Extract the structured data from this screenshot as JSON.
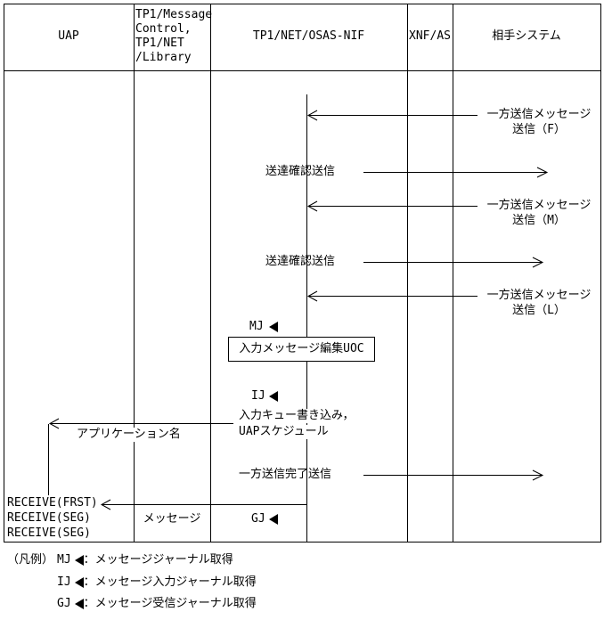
{
  "headers": {
    "uap": "UAP",
    "mcf": [
      "TP1/Message",
      "Control,",
      "TP1/NET",
      "/Library"
    ],
    "nif": "TP1/NET/OSAS-NIF",
    "xnf": "XNF/AS",
    "partner": "相手システム"
  },
  "messages": {
    "recv_f": [
      "一方送信メッセージ",
      "送信（F）"
    ],
    "confirm1": "送達確認送信",
    "recv_m": [
      "一方送信メッセージ",
      "送信（M）"
    ],
    "confirm2": "送達確認送信",
    "recv_l": [
      "一方送信メッセージ",
      "送信（L）"
    ],
    "mj": "MJ",
    "edit_uoc": "入力メッセージ編集UOC",
    "ij": "IJ",
    "queue_write": [
      "入力キュー書き込み，",
      "UAPスケジュール"
    ],
    "app_name": "アプリケーション名",
    "complete_send": "一方送信完了送信",
    "receive": [
      "RECEIVE(FRST)",
      "RECEIVE(SEG)",
      "RECEIVE(SEG)"
    ],
    "message": "メッセージ",
    "gj": "GJ"
  },
  "legend": {
    "prefix": "（凡例）",
    "items": [
      {
        "code": "MJ",
        "desc": "：メッセージジャーナル取得"
      },
      {
        "code": "IJ",
        "desc": "：メッセージ入力ジャーナル取得"
      },
      {
        "code": "GJ",
        "desc": "：メッセージ受信ジャーナル取得"
      }
    ]
  }
}
